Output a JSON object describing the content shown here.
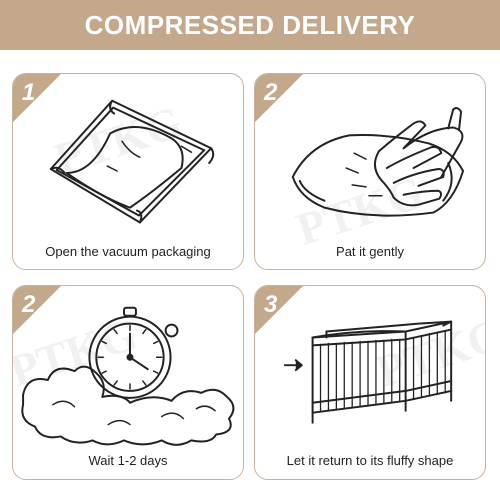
{
  "banner": {
    "title": "COMPRESSED DELIVERY"
  },
  "watermark": "PTKG",
  "colors": {
    "accent": "#c3a88c",
    "border": "#c9b19b"
  },
  "steps": [
    {
      "number": "1",
      "caption": "Open the vacuum packaging",
      "icon": "vacuum-bag-icon"
    },
    {
      "number": "2",
      "caption": "Pat it gently",
      "icon": "hand-patting-icon"
    },
    {
      "number": "2",
      "caption": "Wait 1-2 days",
      "icon": "clock-clouds-icon"
    },
    {
      "number": "3",
      "caption": "Let it return to its fluffy shape",
      "icon": "crib-icon"
    }
  ]
}
